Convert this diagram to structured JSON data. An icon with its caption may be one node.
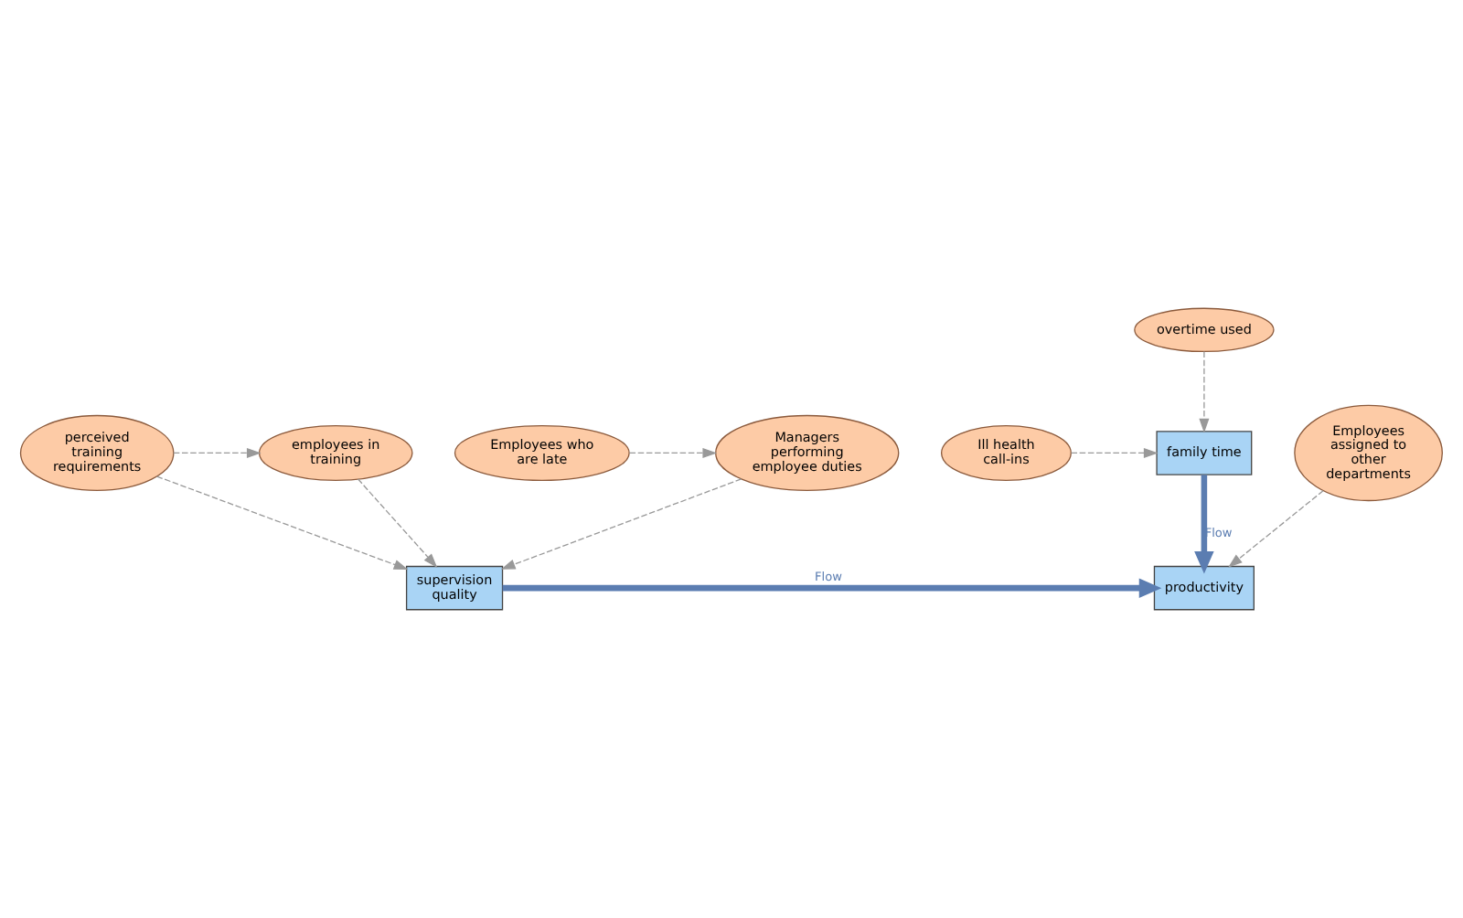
{
  "diagram": {
    "nodes": [
      {
        "text": [
          "Managers performing employee duties"
        ]
      },
      {
        "text": [
          "Employees who are late"
        ]
      },
      {
        "text": [
          "Employees assigned to other departments"
        ]
      },
      {
        "text": [
          "supervision quality"
        ]
      },
      {
        "text": [
          "productivity"
        ]
      },
      {
        "text": [
          "employees in training"
        ]
      },
      {
        "text": [
          "perceived training requirements"
        ]
      },
      {
        "text": [
          "Ill health call-ins"
        ]
      },
      {
        "text": [
          "family time"
        ]
      },
      {
        "text": [
          "overtime used"
        ]
      }
    ],
    "edges": [
      {
        "from": 1,
        "to": 0,
        "arrow": "to",
        "style": "dashed"
      },
      {
        "from": 0,
        "to": 3,
        "arrow": "to",
        "style": "dashed"
      },
      {
        "from": 3,
        "to": 4,
        "arrow": "to",
        "label": "Flow",
        "style": "thick",
        "color": "#5b7db1"
      },
      {
        "from": 2,
        "to": 4,
        "arrow": "to",
        "style": "dashed"
      },
      {
        "from": 5,
        "to": 3,
        "arrow": "to",
        "style": "dashed"
      },
      {
        "from": 6,
        "to": 3,
        "arrow": "to",
        "style": "dashed"
      },
      {
        "from": 6,
        "to": 5,
        "arrow": "to",
        "style": "dashed"
      },
      {
        "from": 7,
        "to": 8,
        "arrow": "to",
        "style": "dashed"
      },
      {
        "from": 9,
        "to": 8,
        "arrow": "to",
        "style": "dashed"
      },
      {
        "from": 8,
        "to": 4,
        "arrow": "to",
        "label": "Flow",
        "style": "thick",
        "color": "#5b7db1"
      }
    ]
  }
}
